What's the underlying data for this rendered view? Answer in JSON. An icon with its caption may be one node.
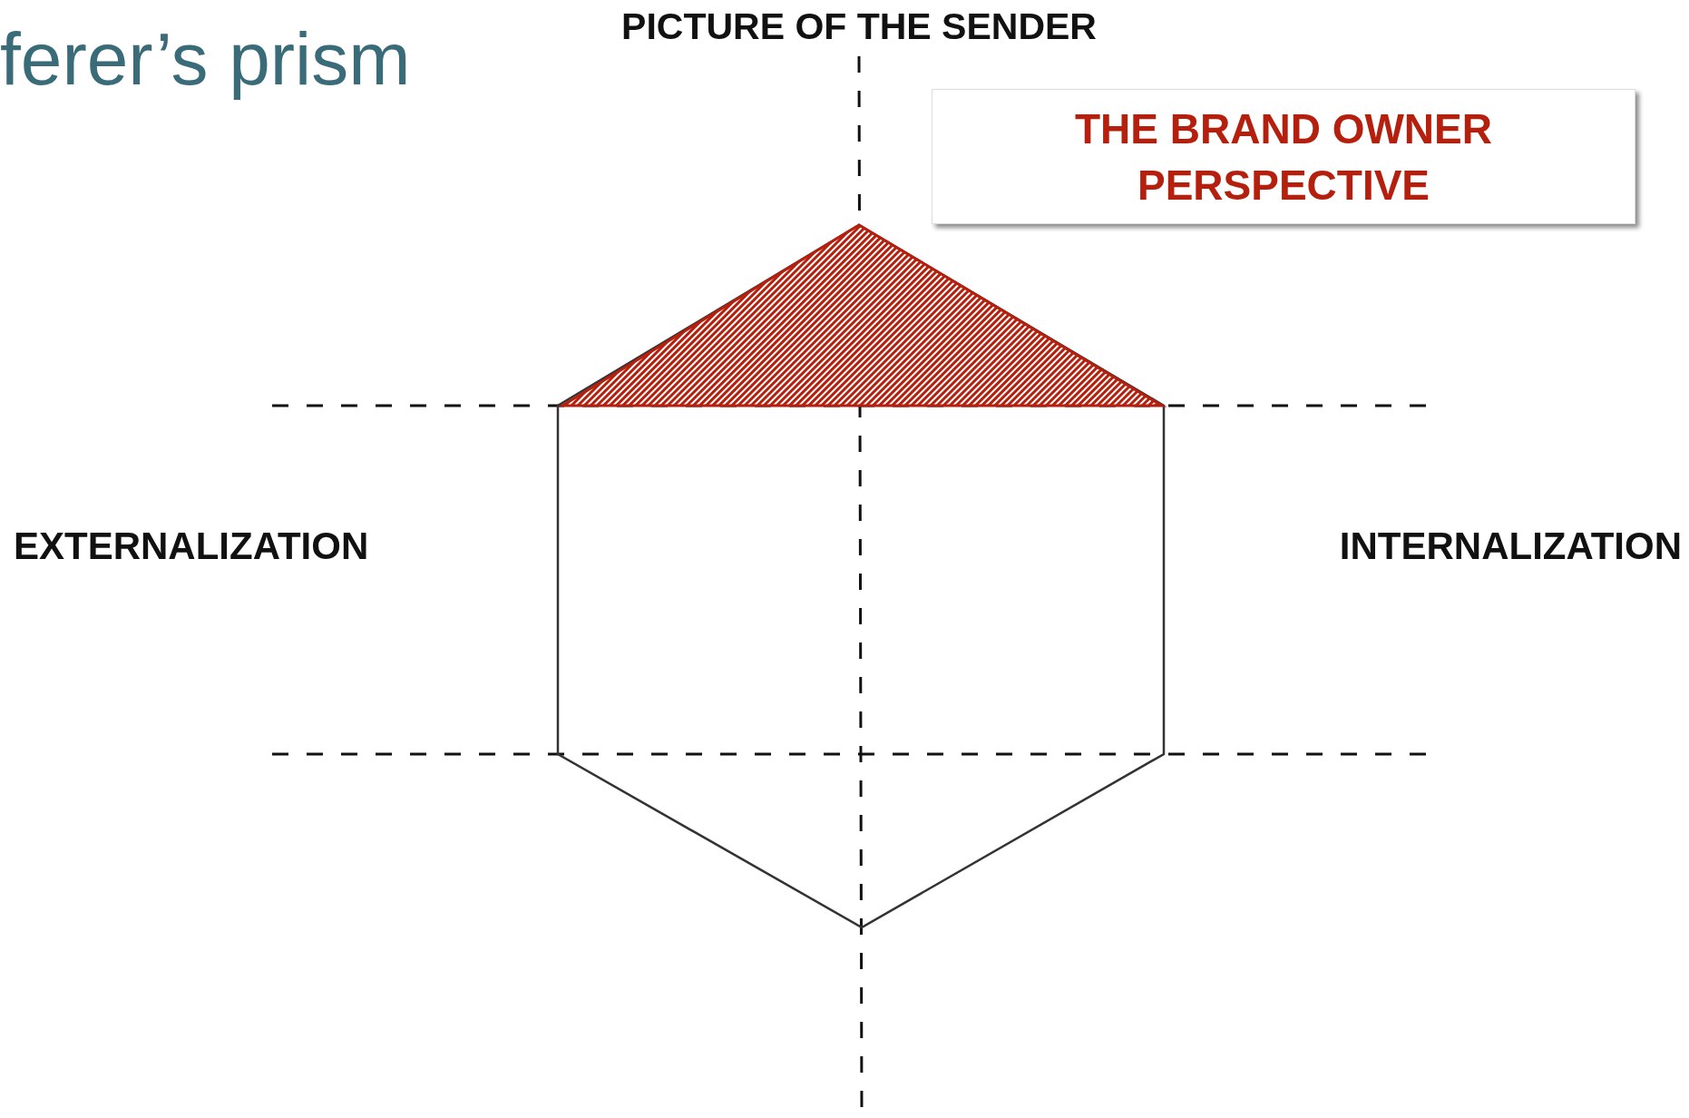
{
  "diagram": {
    "title": "ferer’s prism",
    "nodes": [
      {
        "text": [
          "THE BRAND OWNER PERSPECTIVE"
        ]
      }
    ],
    "labels": [
      "PICTURE OF THE SENDER",
      "EXTERNALIZATION",
      "INTERNALIZATION"
    ]
  }
}
